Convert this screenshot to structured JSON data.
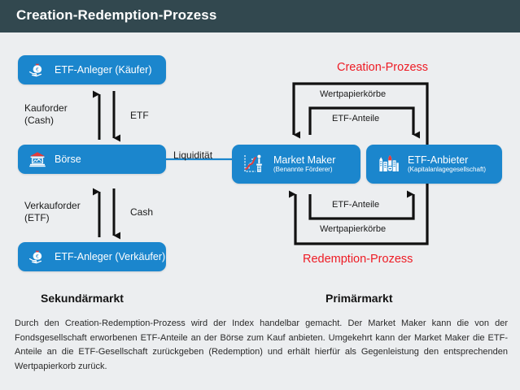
{
  "header": {
    "title": "Creation-Redemption-Prozess",
    "bg_color": "#32484f",
    "text_color": "#ffffff"
  },
  "canvas": {
    "background_color": "#eceef0",
    "box_color": "#1b86cd",
    "accent_color": "#ee1b24",
    "arrow_color": "#111111"
  },
  "boxes": [
    {
      "id": "buyer",
      "title": "ETF-Anleger (Käufer)",
      "subtitle": "",
      "icon": "money-bag-hand-icon"
    },
    {
      "id": "exchange",
      "title": "Börse",
      "subtitle": "",
      "icon": "bank-building-icon"
    },
    {
      "id": "seller",
      "title": "ETF-Anleger (Verkäufer)",
      "subtitle": "",
      "icon": "money-bag-hand-icon"
    },
    {
      "id": "market-maker",
      "title": "Market Maker",
      "subtitle": "(Benannte Förderer)",
      "icon": "chart-trader-icon"
    },
    {
      "id": "provider",
      "title": "ETF-Anbieter",
      "subtitle": "(Kapitalanlagegesellschaft)",
      "icon": "city-skyline-icon"
    }
  ],
  "flows": {
    "buy_order": "Kauforder\n(Cash)",
    "buy_order_line1": "Kauforder",
    "buy_order_line2": "(Cash)",
    "etf": "ETF",
    "sell_order_line1": "Verkauforder",
    "sell_order_line2": "(ETF)",
    "cash": "Cash",
    "liquidity": "Liquidität",
    "creation_process": "Creation-Prozess",
    "redemption_process": "Redemption-Prozess",
    "securities_baskets_top": "Wertpapierkörbe",
    "etf_shares_top": "ETF-Anteile",
    "etf_shares_bottom": "ETF-Anteile",
    "securities_baskets_bottom": "Wertpapierkörbe"
  },
  "markets": {
    "secondary": "Sekundärmarkt",
    "primary": "Primärmarkt"
  },
  "footer": {
    "text": "Durch den Creation-Redemption-Prozess wird der Index handelbar gemacht. Der Market Maker kann die von der Fondsgesellschaft erworbenen ETF-Anteile an der Börse zum Kauf anbieten. Umgekehrt kann der Market Maker die ETF-Anteile an die ETF-Gesellschaft zurückgeben (Redemption) und erhält hierfür als Gegenleistung den entsprechenden Wertpapierkorb zurück."
  }
}
